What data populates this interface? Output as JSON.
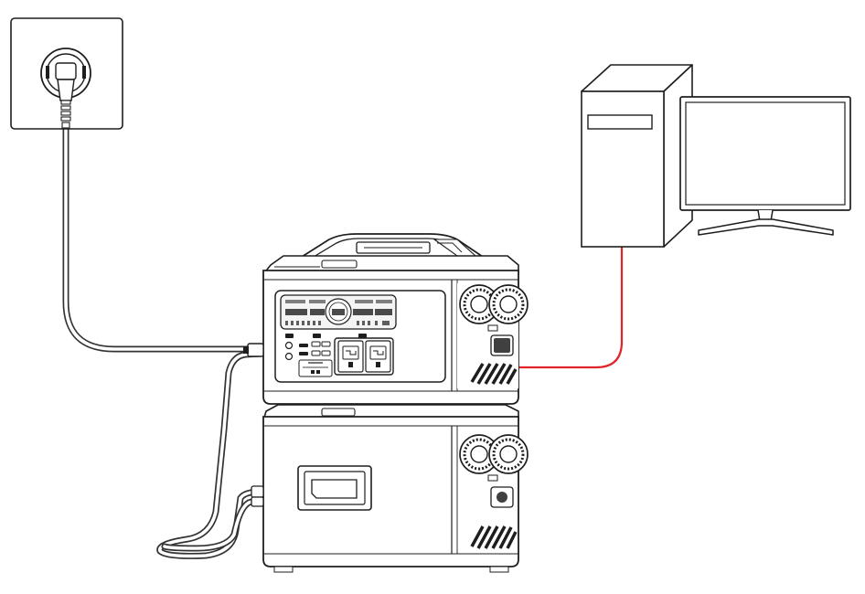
{
  "diagram": {
    "components": [
      {
        "id": "wall-outlet",
        "icon": "wall-socket-plug-icon"
      },
      {
        "id": "power-station",
        "icon": "power-station-icon"
      },
      {
        "id": "expansion-battery",
        "icon": "battery-pack-icon"
      },
      {
        "id": "computer-tower",
        "icon": "desktop-tower-icon"
      },
      {
        "id": "monitor",
        "icon": "monitor-icon"
      }
    ],
    "connections": [
      {
        "from": "wall-outlet",
        "to": "power-station",
        "color": "#888888"
      },
      {
        "from": "power-station",
        "to": "expansion-battery",
        "color": "#888888"
      },
      {
        "from": "power-station",
        "to": "computer-tower",
        "color": "#e0242a"
      }
    ]
  },
  "colors": {
    "line": "#1e1e1e",
    "cable": "#333333",
    "output_cable": "#e0242a",
    "panel": "#f4f4f4",
    "background": "#ffffff"
  }
}
